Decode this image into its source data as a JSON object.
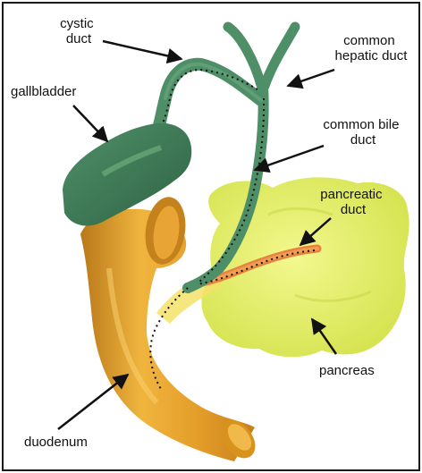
{
  "labels": {
    "cystic_duct": [
      "cystic",
      "duct"
    ],
    "common_hepatic_duct": [
      "common",
      "hepatic duct"
    ],
    "gallbladder": "gallbladder",
    "common_bile_duct": [
      "common bile",
      "duct"
    ],
    "pancreatic_duct": [
      "pancreatic",
      "duct"
    ],
    "pancreas": "pancreas",
    "duodenum": "duodenum"
  },
  "colors": {
    "frame": "#1a1a1a",
    "duct_green": "#4f8f68",
    "duct_green_dark": "#3a7452",
    "gallbladder_green": "#3f7c56",
    "pancreas_yellow": "#e4ef6a",
    "duodenum_orange": "#e3a02c",
    "pancreatic_duct_orange": "#e8763a",
    "arrow": "#111111"
  }
}
